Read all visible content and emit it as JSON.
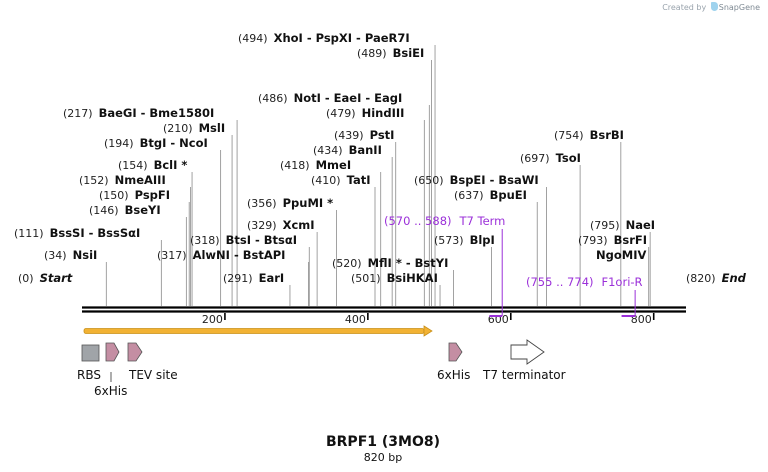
{
  "credit": {
    "prefix": "Created by",
    "brand": "SnapGene"
  },
  "title": "BRPF1 (3MO8)",
  "subtitle": "820 bp",
  "sequence_length": 820,
  "ruler_ticks": [
    {
      "bp": 200,
      "label": "200"
    },
    {
      "bp": 400,
      "label": "400"
    },
    {
      "bp": 600,
      "label": "600"
    },
    {
      "bp": 800,
      "label": "800"
    }
  ],
  "sites": [
    {
      "pos_label": "(494)",
      "name": "XhoI  -  PspXI  -  PaeR7I",
      "bp": 494
    },
    {
      "pos_label": "(489)",
      "name": "BsiEI",
      "bp": 489
    },
    {
      "pos_label": "(486)",
      "name": "NotI  -  EaeI  -  EagI",
      "bp": 486
    },
    {
      "pos_label": "(479)",
      "name": "HindIII",
      "bp": 479
    },
    {
      "pos_label": "(439)",
      "name": "PstI",
      "bp": 439
    },
    {
      "pos_label": "(434)",
      "name": "BanII",
      "bp": 434
    },
    {
      "pos_label": "(418)",
      "name": "MmeI",
      "bp": 418
    },
    {
      "pos_label": "(410)",
      "name": "TatI",
      "bp": 410
    },
    {
      "pos_label": "(217)",
      "name": "BaeGI  -  Bme1580I",
      "bp": 217
    },
    {
      "pos_label": "(210)",
      "name": "MslI",
      "bp": 210
    },
    {
      "pos_label": "(194)",
      "name": "BtgI  -  NcoI",
      "bp": 194
    },
    {
      "pos_label": "(154)",
      "name": "BclI *",
      "bp": 154
    },
    {
      "pos_label": "(152)",
      "name": "NmeAIII",
      "bp": 152
    },
    {
      "pos_label": "(150)",
      "name": "PspFI",
      "bp": 150
    },
    {
      "pos_label": "(146)",
      "name": "BseYI",
      "bp": 146
    },
    {
      "pos_label": "(111)",
      "name": "BssSI  -  BssSαI",
      "bp": 111
    },
    {
      "pos_label": "(34)",
      "name": "NsiI",
      "bp": 34
    },
    {
      "pos_label": "(356)",
      "name": "PpuMI *",
      "bp": 356
    },
    {
      "pos_label": "(329)",
      "name": "XcmI",
      "bp": 329
    },
    {
      "pos_label": "(318)",
      "name": "BtsI  -  BtsαI",
      "bp": 318
    },
    {
      "pos_label": "(317)",
      "name": "AlwNI  -  BstAPI",
      "bp": 317
    },
    {
      "pos_label": "(291)",
      "name": "EarI",
      "bp": 291
    },
    {
      "pos_label": "(650)",
      "name": "BspEI  -  BsaWI",
      "bp": 650
    },
    {
      "pos_label": "(637)",
      "name": "BpuEI",
      "bp": 637
    },
    {
      "pos_label": "(573)",
      "name": "BlpI",
      "bp": 573
    },
    {
      "pos_label": "(520)",
      "name": "MflI *  -  BstYI",
      "bp": 520
    },
    {
      "pos_label": "(501)",
      "name": "BsiHKAI",
      "bp": 501
    },
    {
      "pos_label": "(754)",
      "name": "BsrBI",
      "bp": 754
    },
    {
      "pos_label": "(697)",
      "name": "TsoI",
      "bp": 697
    },
    {
      "pos_label": "(795)",
      "name": "NaeI",
      "bp": 795
    },
    {
      "pos_label": "(793)",
      "name": "BsrFI",
      "bp": 793
    },
    {
      "pos_label": "",
      "name": "NgoMIV",
      "bp": 793
    },
    {
      "pos_label": "(0)",
      "name": "Start",
      "bp": 0,
      "italic": true
    },
    {
      "pos_label": "(820)",
      "name": "End",
      "bp": 820,
      "italic": true
    }
  ],
  "primers": [
    {
      "range": "(570 .. 588)",
      "name": "T7 Term",
      "start": 570,
      "end": 588,
      "color": "#9b30d9"
    },
    {
      "range": "(755 .. 774)",
      "name": "F1ori-R",
      "start": 755,
      "end": 774,
      "color": "#9b30d9"
    }
  ],
  "features": [
    {
      "name": "RBS",
      "type": "rbs",
      "color": "#a0a4a8"
    },
    {
      "name": "6xHis",
      "type": "tag",
      "color": "#c48ea3"
    },
    {
      "name": "TEV site",
      "type": "tag",
      "color": "#c48ea3"
    },
    {
      "name": "6xHis",
      "type": "tag",
      "color": "#c48ea3"
    },
    {
      "name": "T7 terminator",
      "type": "terminator",
      "color": "#ffffff"
    }
  ],
  "orf": {
    "color": "#f2b233"
  }
}
